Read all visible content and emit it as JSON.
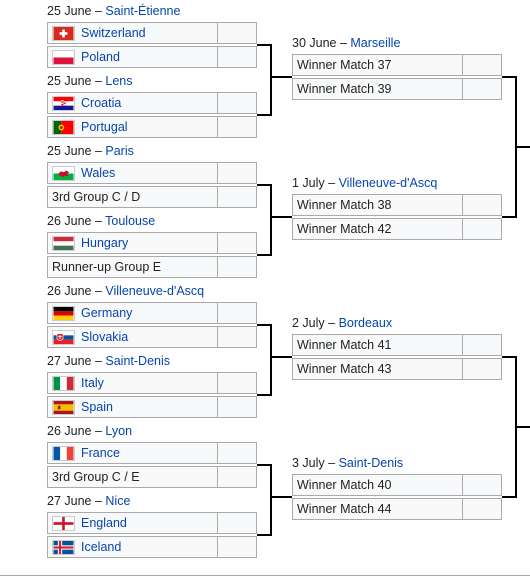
{
  "round_of_16": [
    {
      "date": "25 June",
      "venue": "Saint-Étienne",
      "teams": [
        {
          "name": "Switzerland",
          "flag": "switzerland-flag-icon",
          "link": true
        },
        {
          "name": "Poland",
          "flag": "poland-flag-icon",
          "link": true
        }
      ]
    },
    {
      "date": "25 June",
      "venue": "Lens",
      "teams": [
        {
          "name": "Croatia",
          "flag": "croatia-flag-icon",
          "link": true
        },
        {
          "name": "Portugal",
          "flag": "portugal-flag-icon",
          "link": true
        }
      ]
    },
    {
      "date": "25 June",
      "venue": "Paris",
      "teams": [
        {
          "name": "Wales",
          "flag": "wales-flag-icon",
          "link": true
        },
        {
          "name": "3rd Group C / D",
          "flag": null,
          "link": false
        }
      ]
    },
    {
      "date": "26 June",
      "venue": "Toulouse",
      "teams": [
        {
          "name": "Hungary",
          "flag": "hungary-flag-icon",
          "link": true
        },
        {
          "name": "Runner-up Group E",
          "flag": null,
          "link": false
        }
      ]
    },
    {
      "date": "26 June",
      "venue": "Villeneuve-d'Ascq",
      "teams": [
        {
          "name": "Germany",
          "flag": "germany-flag-icon",
          "link": true
        },
        {
          "name": "Slovakia",
          "flag": "slovakia-flag-icon",
          "link": true
        }
      ]
    },
    {
      "date": "27 June",
      "venue": "Saint-Denis",
      "teams": [
        {
          "name": "Italy",
          "flag": "italy-flag-icon",
          "link": true
        },
        {
          "name": "Spain",
          "flag": "spain-flag-icon",
          "link": true
        }
      ]
    },
    {
      "date": "26 June",
      "venue": "Lyon",
      "teams": [
        {
          "name": "France",
          "flag": "france-flag-icon",
          "link": true
        },
        {
          "name": "3rd Group C / E",
          "flag": null,
          "link": false
        }
      ]
    },
    {
      "date": "27 June",
      "venue": "Nice",
      "teams": [
        {
          "name": "England",
          "flag": "england-flag-icon",
          "link": true
        },
        {
          "name": "Iceland",
          "flag": "iceland-flag-icon",
          "link": true
        }
      ]
    }
  ],
  "quarter_finals": [
    {
      "date": "30 June",
      "venue": "Marseille",
      "teams": [
        "Winner Match 37",
        "Winner Match 39"
      ]
    },
    {
      "date": "1 July",
      "venue": "Villeneuve-d'Ascq",
      "teams": [
        "Winner Match 38",
        "Winner Match 42"
      ]
    },
    {
      "date": "2 July",
      "venue": "Bordeaux",
      "teams": [
        "Winner Match 41",
        "Winner Match 43"
      ]
    },
    {
      "date": "3 July",
      "venue": "Saint-Denis",
      "teams": [
        "Winner Match 40",
        "Winner Match 44"
      ]
    }
  ],
  "separator": " – ",
  "colors": {
    "link": "#0645ad",
    "cell_bg": "#f8f9fa",
    "cell_border": "#aaaaaa",
    "connector": "#000000"
  }
}
